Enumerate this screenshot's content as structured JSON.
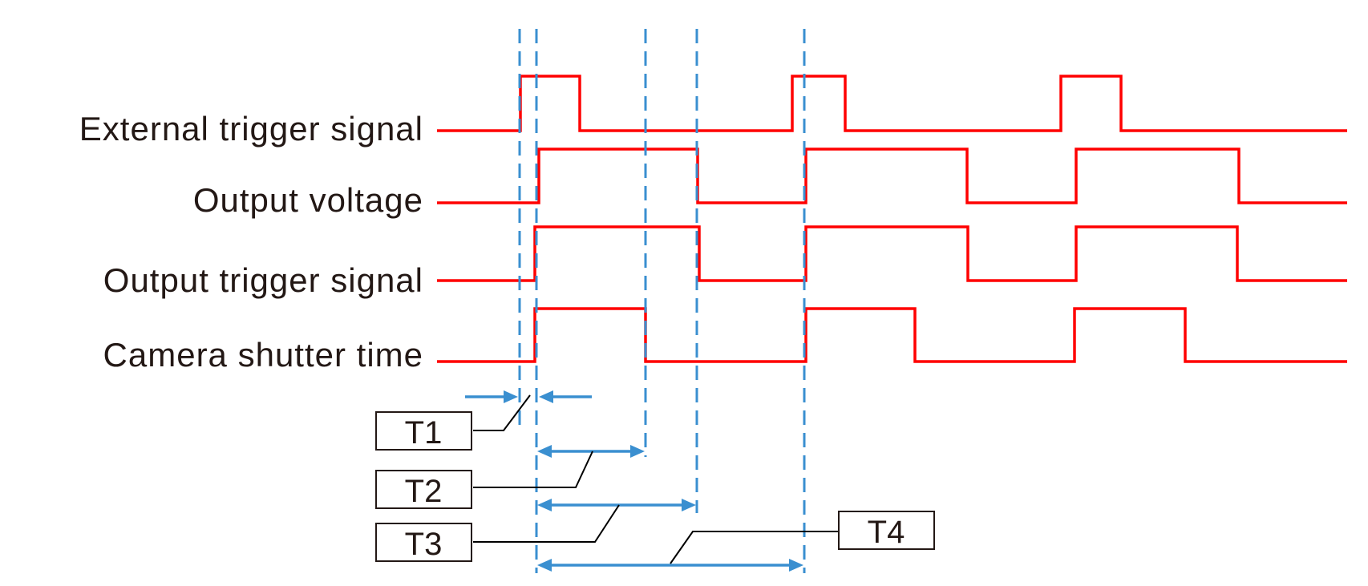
{
  "colors": {
    "wave": "#ff0000",
    "guide": "#3a8fd0",
    "arrow": "#3a8fd0",
    "text": "#231815"
  },
  "signals": [
    {
      "label": "External trigger signal"
    },
    {
      "label": "Output voltage"
    },
    {
      "label": "Output trigger signal"
    },
    {
      "label": "Camera shutter time"
    }
  ],
  "intervals": [
    {
      "label": "T1"
    },
    {
      "label": "T2"
    },
    {
      "label": "T3"
    },
    {
      "label": "T4"
    }
  ]
}
